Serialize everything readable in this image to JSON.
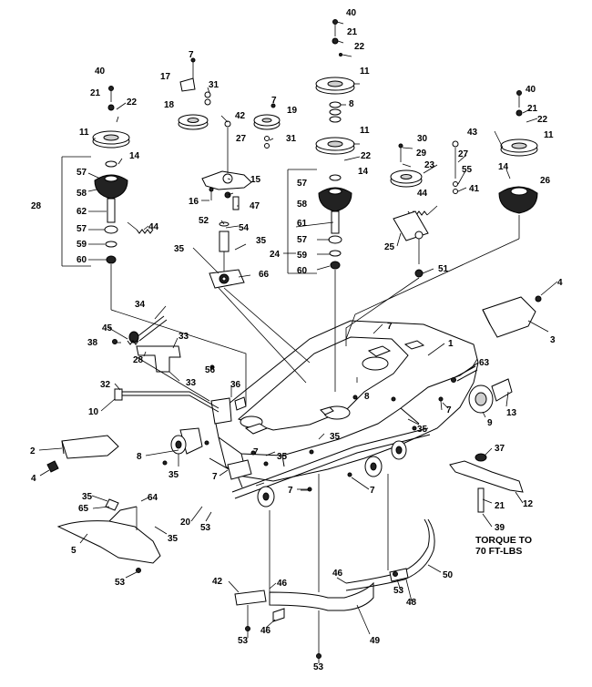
{
  "parts": {
    "p1": "1",
    "p2": "2",
    "p3": "3",
    "p4": "4",
    "p5": "5",
    "p7": "7",
    "p8": "8",
    "p9": "9",
    "p10": "10",
    "p11": "11",
    "p12": "12",
    "p13": "13",
    "p14": "14",
    "p15": "15",
    "p16": "16",
    "p17": "17",
    "p18": "18",
    "p19": "19",
    "p20": "20",
    "p21": "21",
    "p22": "22",
    "p23": "23",
    "p24": "24",
    "p25": "25",
    "p26": "26",
    "p27": "27",
    "p28": "28",
    "p29": "29",
    "p30": "30",
    "p31": "31",
    "p32": "32",
    "p33": "33",
    "p34": "34",
    "p35": "35",
    "p36": "36",
    "p37": "37",
    "p38": "38",
    "p39": "39",
    "p40": "40",
    "p41": "41",
    "p42": "42",
    "p43": "43",
    "p44": "44",
    "p45": "45",
    "p46": "46",
    "p47": "47",
    "p48": "48",
    "p49": "49",
    "p50": "50",
    "p51": "51",
    "p52": "52",
    "p53": "53",
    "p54": "54",
    "p55": "55",
    "p56": "56",
    "p57": "57",
    "p58": "58",
    "p59": "59",
    "p60": "60",
    "p61": "61",
    "p62": "62",
    "p63": "63",
    "p64": "64",
    "p65": "65",
    "p66": "66"
  },
  "note": {
    "line1": "TORQUE TO",
    "line2": "70 FT-LBS"
  }
}
